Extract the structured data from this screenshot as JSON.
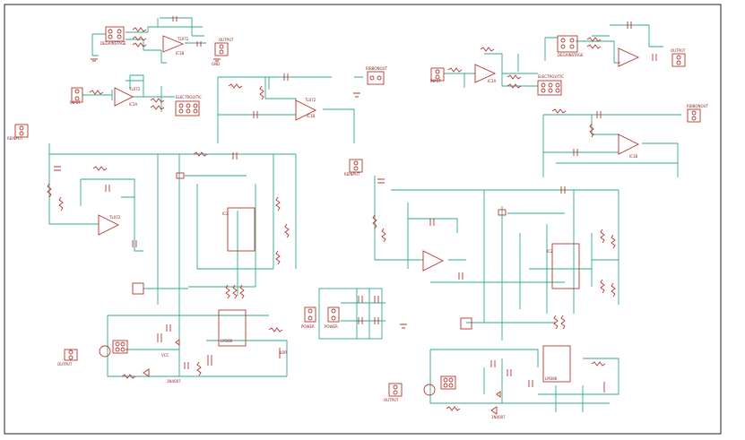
{
  "schematic": {
    "colors": {
      "wire": "#2ea98a",
      "part": "#b5362f",
      "label": "#8b1a1a",
      "frame": "#222222",
      "background": "#ffffff"
    },
    "labels": {
      "l_tl_hdr": "DEGAINSTAGE",
      "l_tl_op": "TL072",
      "l_tl_opref": "IC1B",
      "l_tl_out": "OUTPUT",
      "l_tl_gnd": "GND",
      "l_inp1": "INPUT",
      "l_ic1a": "IC1A",
      "l_tl072a": "TL072",
      "l_mid_hdr": "ELECTROLYTIC",
      "l_ic1b": "IC1B",
      "l_tl072b": "TL072",
      "l_tr_out": "RIBBONOUT",
      "l_left_in": "REINPUT",
      "l_ic2": "IC2",
      "l_vcc": "VCC",
      "l_lm": "LM386",
      "l_ldr": "LDR",
      "l_bottom_out": "OUTPUT",
      "l_trig": "1N4007",
      "l_right_inp": "INPUT",
      "l_r_ic1a": "IC1A",
      "l_r_hdr": "ELECTROLYTIC",
      "l_r_tl_hdr": "DEGAINSTAGE",
      "l_r_ic1b": "IC1B",
      "l_r_out": "RIBBONOUT",
      "l_r_in2": "REINPUT",
      "l_r_ic2": "IC2",
      "l_r_lm": "LM386",
      "l_power": "POWER",
      "l_r_bottom_out": "OUTPUT",
      "l_r_trig": "1N4007"
    }
  }
}
